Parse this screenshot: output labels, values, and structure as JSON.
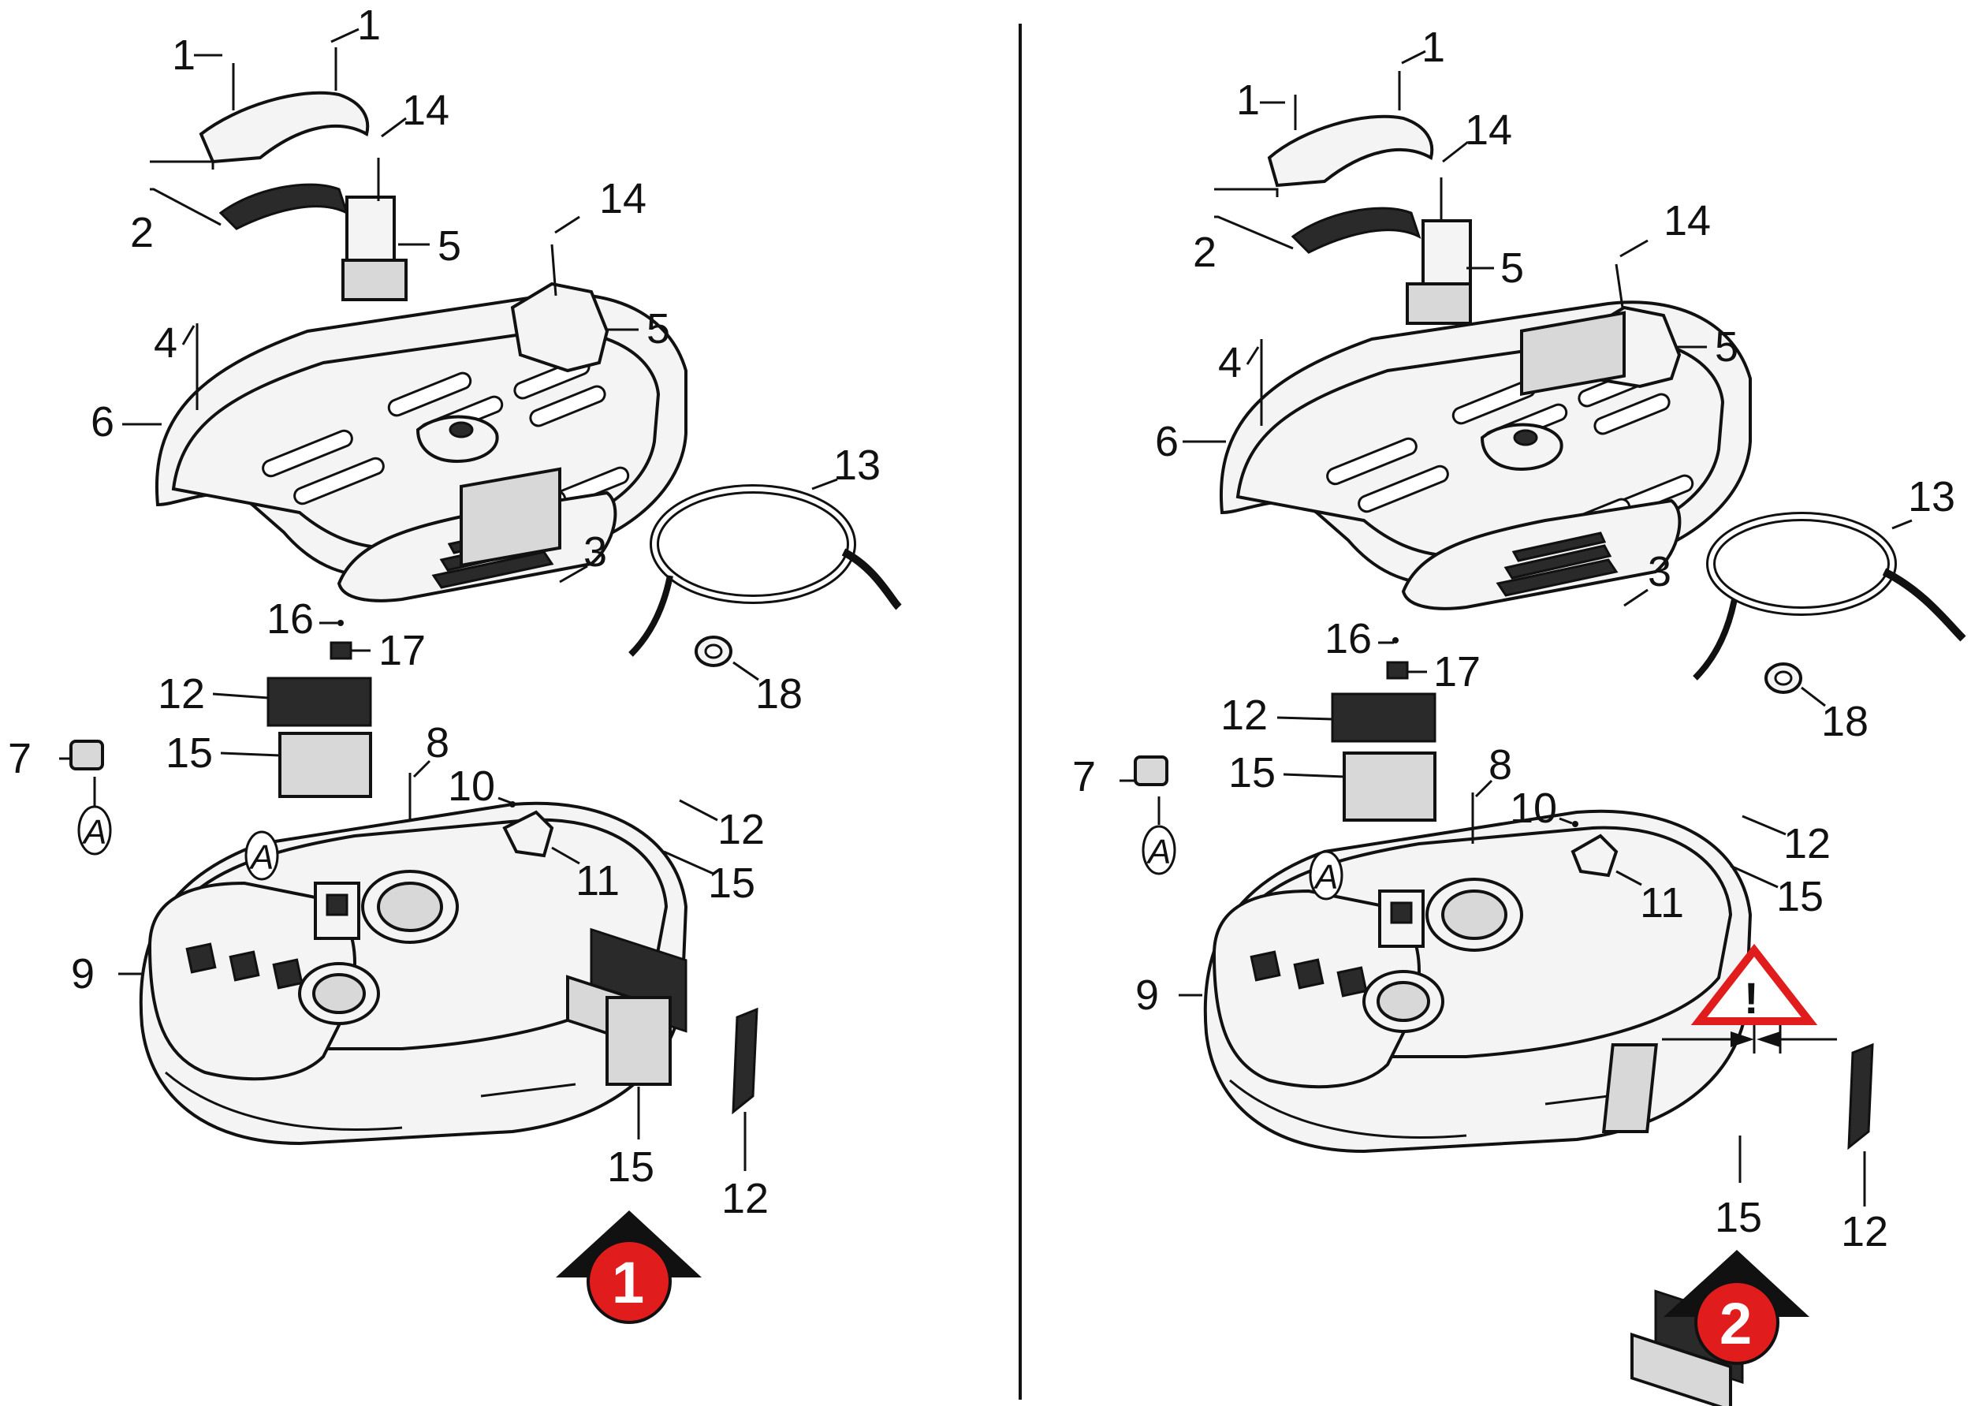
{
  "panels": [
    {
      "step": "1",
      "labels": [
        "1",
        "1",
        "14",
        "14",
        "2",
        "5",
        "5",
        "4",
        "6",
        "13",
        "3",
        "16",
        "17",
        "12",
        "18",
        "7",
        "15",
        "8",
        "10",
        "12",
        "11",
        "15",
        "9",
        "15",
        "12"
      ]
    },
    {
      "step": "2",
      "labels": [
        "1",
        "1",
        "14",
        "14",
        "2",
        "5",
        "5",
        "4",
        "6",
        "13",
        "3",
        "16",
        "17",
        "12",
        "18",
        "7",
        "15",
        "8",
        "10",
        "12",
        "11",
        "15",
        "9",
        "15",
        "12"
      ]
    }
  ],
  "reference_marker": "A",
  "warning_symbol": "!",
  "colors": {
    "badge": "#e11c1c",
    "line": "#111111",
    "warning": "#e11c1c"
  },
  "icons": {
    "step_badge": "arrow-up-badge-icon",
    "warning": "warning-triangle-icon"
  }
}
